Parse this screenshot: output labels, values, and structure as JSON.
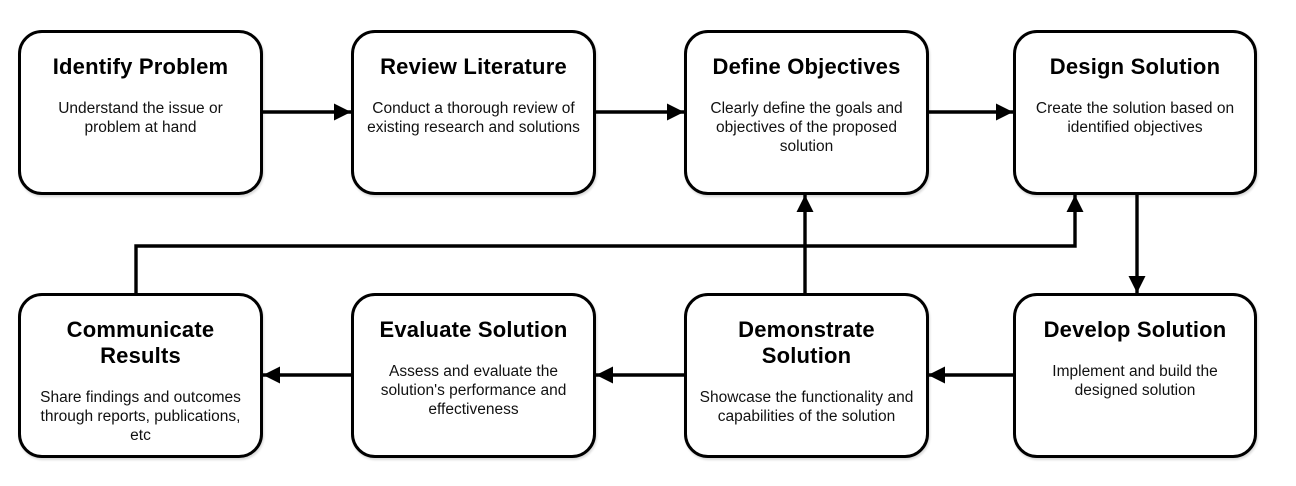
{
  "diagram": {
    "background_color": "#ffffff",
    "stroke_color": "#000000",
    "text_color": "#000000",
    "nodes": [
      {
        "id": "identify-problem",
        "title": "Identify Problem",
        "desc": "Understand the issue or\nproblem at hand"
      },
      {
        "id": "review-literature",
        "title": "Review Literature",
        "desc": "Conduct a thorough review of\nexisting research and solutions"
      },
      {
        "id": "define-objectives",
        "title": "Define Objectives",
        "desc": "Clearly define the goals and\nobjectives of the proposed\nsolution"
      },
      {
        "id": "design-solution",
        "title": "Design Solution",
        "desc": "Create the solution based on\nidentified objectives"
      },
      {
        "id": "communicate-results",
        "title": "Communicate Results",
        "desc": "Share findings and outcomes\nthrough reports, publications,\netc"
      },
      {
        "id": "evaluate-solution",
        "title": "Evaluate Solution",
        "desc": "Assess and evaluate the\nsolution's performance and\neffectiveness"
      },
      {
        "id": "demonstrate-solution",
        "title": "Demonstrate Solution",
        "desc": "Showcase the functionality and\ncapabilities of the solution"
      },
      {
        "id": "develop-solution",
        "title": "Develop Solution",
        "desc": "Implement and build the\ndesigned solution"
      }
    ],
    "edges": [
      {
        "from": "identify-problem",
        "to": "review-literature",
        "style": "straight-right"
      },
      {
        "from": "review-literature",
        "to": "define-objectives",
        "style": "straight-right"
      },
      {
        "from": "define-objectives",
        "to": "design-solution",
        "style": "straight-right"
      },
      {
        "from": "design-solution",
        "to": "develop-solution",
        "style": "straight-down"
      },
      {
        "from": "develop-solution",
        "to": "demonstrate-solution",
        "style": "straight-left"
      },
      {
        "from": "demonstrate-solution",
        "to": "evaluate-solution",
        "style": "straight-left"
      },
      {
        "from": "evaluate-solution",
        "to": "communicate-results",
        "style": "straight-left"
      },
      {
        "from": "demonstrate-solution",
        "to": "define-objectives",
        "style": "straight-up"
      },
      {
        "from": "communicate-results",
        "to": "design-solution",
        "style": "elbow-up-right-up"
      }
    ]
  }
}
